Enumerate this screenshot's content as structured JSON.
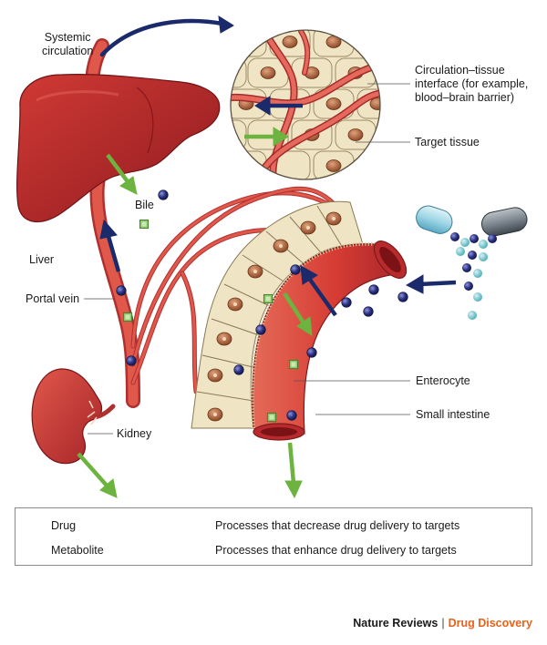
{
  "labels": {
    "systemic_circulation": "Systemic\ncirculation",
    "interface": "Circulation–tissue\ninterface (for example,\nblood–brain barrier)",
    "target_tissue": "Target tissue",
    "bile": "Bile",
    "liver": "Liver",
    "portal_vein": "Portal vein",
    "enterocyte": "Enterocyte",
    "small_intestine": "Small intestine",
    "kidney": "Kidney"
  },
  "legend": {
    "drug": "Drug",
    "metabolite": "Metabolite",
    "decrease": "Processes that decrease drug delivery to targets",
    "enhance": "Processes that enhance drug delivery to targets"
  },
  "credit": {
    "journal": "Nature Reviews",
    "section": "Drug Discovery"
  },
  "colors": {
    "vessel": "#d9483b",
    "liver": "#b8252a",
    "cell": "#efe4c4",
    "nucleus": "#a85f3a",
    "drug": "#2b3184",
    "metabolite": "#8cc66a",
    "green_arrow": "#6cb33f",
    "blue_arrow": "#1b2a6b",
    "credit_accent": "#e8611a"
  }
}
